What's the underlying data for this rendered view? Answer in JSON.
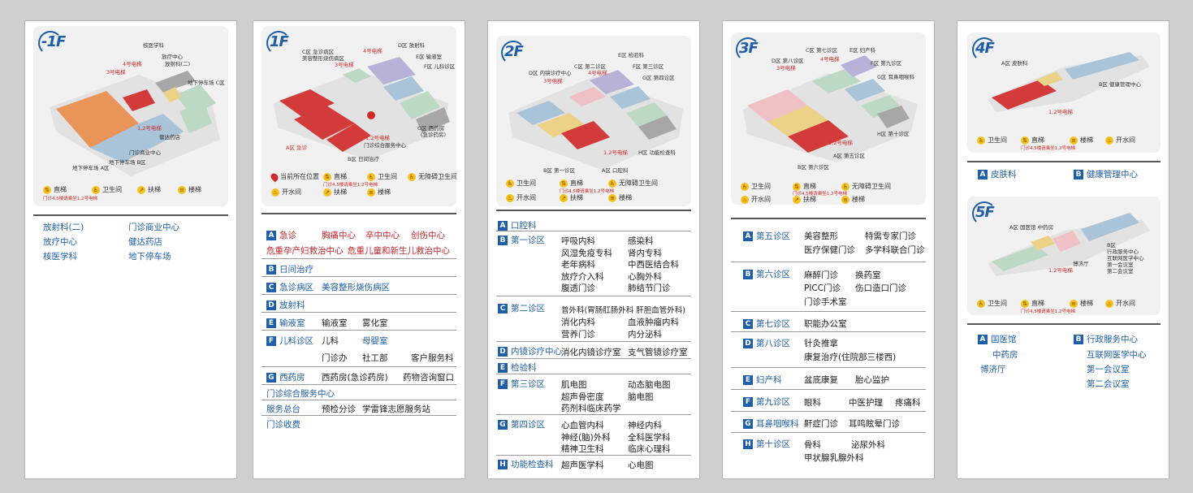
{
  "icons": {
    "elevator": "elevator-icon",
    "restroom": "restroom-icon",
    "escalator": "escalator-icon",
    "stairs": "stairs-icon",
    "accessible": "accessible-restroom-icon",
    "water": "water-icon",
    "location": "location-pin-icon"
  },
  "colors": {
    "brand": "#1f5fa8",
    "accent_red": "#c6242d",
    "map_red": "#d33a3a",
    "map_orange": "#e9955a",
    "map_blue": "#a9c3d8",
    "map_green": "#bcd9c3",
    "map_purple": "#b9b2d8",
    "map_pink": "#efc0c4",
    "map_yellow": "#ecd286",
    "map_gray": "#a7a7a7"
  },
  "legend": {
    "elevator": "直梯",
    "restroom": "卫生间",
    "escalator": "扶梯",
    "stairs": "楼梯",
    "accessible": "无障碍卫生间",
    "water": "开水间",
    "location": "当前所在位置",
    "elevator_note": "门诊4,5楼请乘坐1,2号电梯"
  },
  "b1": {
    "floor": "-1F",
    "map_labels": [
      "核医学科",
      "放疗中心",
      "放射科(二)",
      "地下停车场 C区",
      "3号电梯",
      "4号电梯",
      "1,2号电梯",
      "健达药店",
      "门诊商业中心",
      "地下停车场 B区",
      "地下停车场 A区"
    ],
    "left": [
      "放射科(二)",
      "放疗中心",
      "核医学科"
    ],
    "right": [
      "门诊商业中心",
      "健达药店",
      "地下停车场"
    ]
  },
  "f1": {
    "floor": "1F",
    "map_labels": [
      "C区 急诊病区",
      "美容整形烧伤病区",
      "4号电梯",
      "D区 放射科",
      "E区 输液室",
      "F区 儿科诊区",
      "3号电梯",
      "1,2号电梯",
      "门诊综合服务中心",
      "G区 西药房",
      "(急诊药房)",
      "A区 急诊",
      "B区 日间治疗"
    ],
    "a_items": [
      "急诊",
      "胸痛中心",
      "卒中中心",
      "创伤中心"
    ],
    "a_items2": [
      "危重孕产妇救治中心",
      "危重儿童和新生儿救治中心"
    ],
    "b_items": [
      "日间治疗"
    ],
    "c_items": [
      "急诊病区",
      "美容整形烧伤病区"
    ],
    "d_items": [
      "放射科"
    ],
    "e_items": [
      "输液室",
      "输液室",
      "雾化室"
    ],
    "f_label": "儿科诊区",
    "f_items": [
      "儿科",
      "母婴室",
      "门诊办",
      "社工部",
      "客户服务科"
    ],
    "g_label": "西药房",
    "g_items": [
      "西药房(急诊药房)",
      "药物咨询窗口"
    ],
    "svc_title": "门诊综合服务中心",
    "svc_items": [
      "服务总台",
      "预检分诊",
      "学雷锋志愿服务站"
    ],
    "fee": "门诊收费"
  },
  "f2": {
    "floor": "2F",
    "map_labels": [
      "D区 内镜诊疗中心",
      "C区 第二诊区",
      "E区 检验科",
      "4号电梯",
      "F区 第三诊区",
      "3号电梯",
      "G区 第四诊区",
      "1,2号电梯",
      "H区 功能检查科",
      "B区 第一诊区",
      "A区 口腔科"
    ],
    "a": "口腔科",
    "b": "第一诊区",
    "b_items": [
      "呼吸内科",
      "感染科",
      "风湿免疫专科",
      "肾内专科",
      "老年病科",
      "中西医结合科",
      "放疗介入科",
      "心胸外科",
      "腹透门诊",
      "肺结节门诊"
    ],
    "c": "第二诊区",
    "c_items": [
      "普外科(胃肠肛肠外科 肝胆血管外科)",
      "消化内科",
      "血液肿瘤内科",
      "营养门诊",
      "内分泌科"
    ],
    "d": "内镜诊疗中心",
    "d_items": [
      "消化内镜诊疗室",
      "支气管镜诊疗室"
    ],
    "e": "检验科",
    "f": "第三诊区",
    "f_items": [
      "肌电图",
      "动态脑电图",
      "超声骨密度",
      "脑电图",
      "药剂科临床药学"
    ],
    "g": "第四诊区",
    "g_items": [
      "心血管内科",
      "神经内科",
      "神经(脑)外科",
      "全科医学科",
      "精神卫生科",
      "临床心理科"
    ],
    "h": "功能检查科",
    "h_items": [
      "超声医学科",
      "心电图"
    ]
  },
  "f3": {
    "floor": "3F",
    "map_labels": [
      "C区 第七诊区",
      "E区 妇产科",
      "D区 第八诊区",
      "4号电梯",
      "3号电梯",
      "F区 第九诊区",
      "G区 耳鼻咽喉科",
      "H区 第十诊区",
      "1,2号电梯",
      "A区 第五诊区",
      "B区 第六诊区"
    ],
    "a": "第五诊区",
    "a_items": [
      "美容整形",
      "特需专家门诊",
      "医疗保健门诊",
      "多学科联合门诊"
    ],
    "b": "第六诊区",
    "b_items": [
      "麻醉门诊",
      "换药室",
      "PICC门诊",
      "伤口造口门诊",
      "门诊手术室"
    ],
    "c": "第七诊区",
    "c_items": [
      "职能办公室"
    ],
    "d": "第八诊区",
    "d_items": [
      "针灸推拿",
      "康复治疗(住院部三楼西)"
    ],
    "e": "妇产科",
    "e_items": [
      "盆底康复",
      "胎心监护"
    ],
    "f": "第九诊区",
    "f_items": [
      "眼科",
      "中医护理",
      "疼痛科"
    ],
    "g": "耳鼻咽喉科",
    "g_items": [
      "鼾症门诊",
      "耳鸣眩晕门诊"
    ],
    "h": "第十诊区",
    "h_items": [
      "骨科",
      "泌尿外科",
      "甲状腺乳腺外科"
    ]
  },
  "f4": {
    "floor": "4F",
    "map_labels": [
      "A区 皮肤科",
      "B区 健康管理中心",
      "1,2号电梯"
    ],
    "a": "皮肤科",
    "b": "健康管理中心"
  },
  "f5": {
    "floor": "5F",
    "map_labels": [
      "A区 国医馆 中药房",
      "B区",
      "行政服务中心",
      "互联网医学中心",
      "第一会议室",
      "第二会议室",
      "博济厅",
      "1,2号电梯"
    ],
    "a": "国医馆",
    "a_items": [
      "中药房",
      "博济厅"
    ],
    "b": "行政服务中心",
    "b_items": [
      "互联网医学中心",
      "第一会议室",
      "第二会议室"
    ]
  },
  "letters": [
    "A",
    "B",
    "C",
    "D",
    "E",
    "F",
    "G",
    "H"
  ]
}
